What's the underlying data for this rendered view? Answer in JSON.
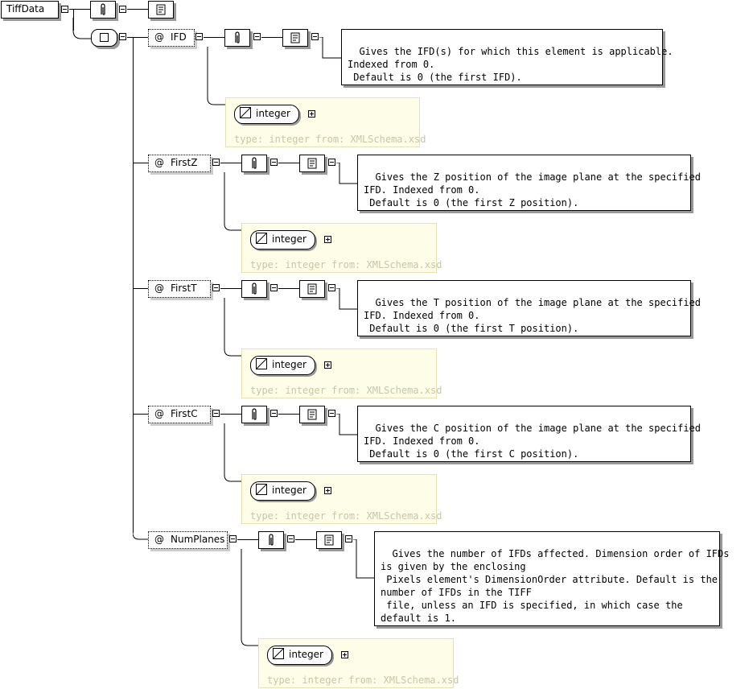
{
  "root": {
    "name": "TiffData"
  },
  "type_prefix": "type: integer from: XMLSchema.xsd",
  "attributes": [
    {
      "at": "@",
      "name": "IFD",
      "doc": "Gives the IFD(s) for which this element is applicable.\nIndexed from 0.\n Default is 0 (the first IFD).",
      "type": "integer"
    },
    {
      "at": "@",
      "name": "FirstZ",
      "doc": "Gives the Z position of the image plane at the specified\nIFD. Indexed from 0.\n Default is 0 (the first Z position).",
      "type": "integer"
    },
    {
      "at": "@",
      "name": "FirstT",
      "doc": "Gives the T position of the image plane at the specified\nIFD. Indexed from 0.\n Default is 0 (the first T position).",
      "type": "integer"
    },
    {
      "at": "@",
      "name": "FirstC",
      "doc": "Gives the C position of the image plane at the specified\nIFD. Indexed from 0.\n Default is 0 (the first C position).",
      "type": "integer"
    },
    {
      "at": "@",
      "name": "NumPlanes",
      "doc": "Gives the number of IFDs affected. Dimension order of IFDs\nis given by the enclosing\n Pixels element's DimensionOrder attribute. Default is the\nnumber of IFDs in the TIFF\n file, unless an IFD is specified, in which case the\ndefault is 1.",
      "type": "integer"
    }
  ]
}
